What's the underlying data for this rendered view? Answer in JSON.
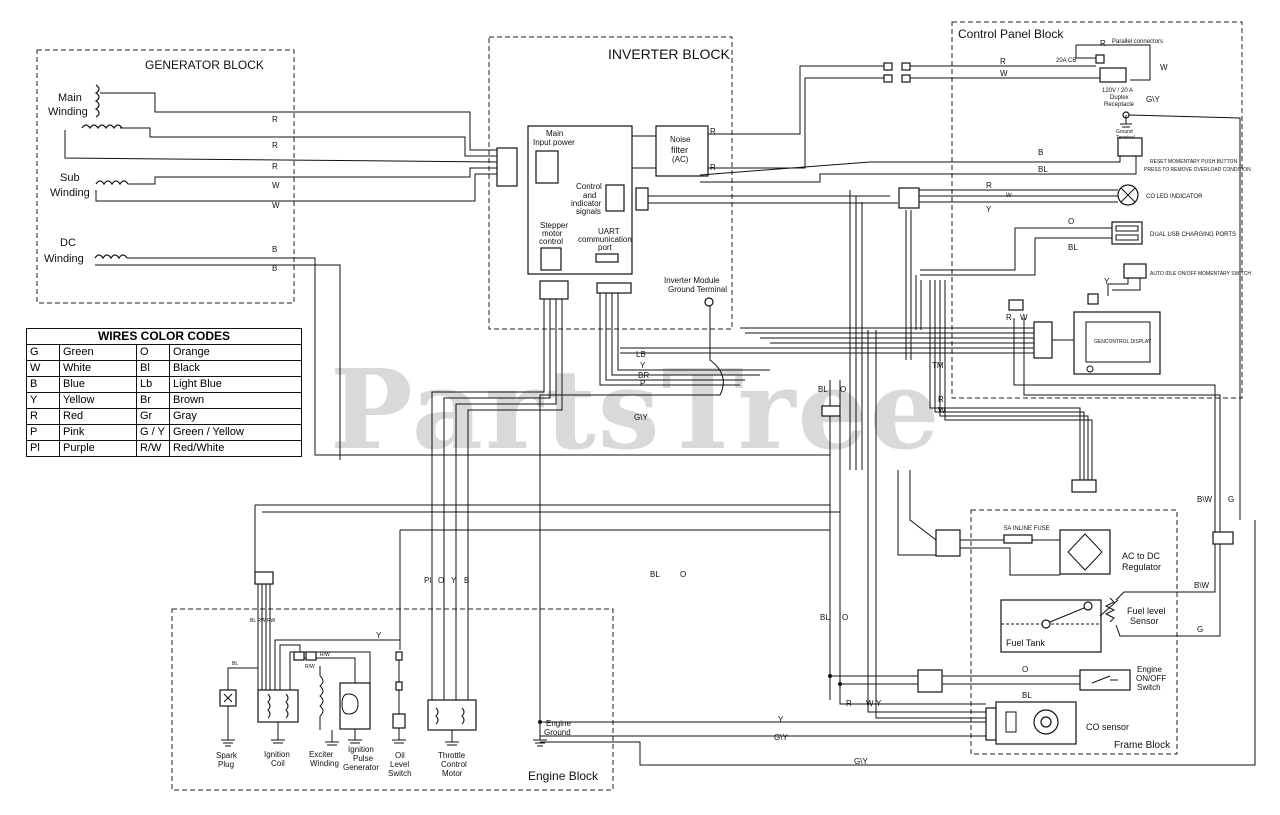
{
  "watermark": "PartsTree",
  "watermark_tm": "TM",
  "blocks": {
    "generator": "GENERATOR BLOCK",
    "inverter": "INVERTER BLOCK",
    "control_panel": "Control Panel Block",
    "engine": "Engine Block",
    "frame": "Frame Block"
  },
  "generator": {
    "main_winding": [
      "Main",
      "Winding"
    ],
    "sub_winding": [
      "Sub",
      "Winding"
    ],
    "dc_winding": [
      "DC",
      "Winding"
    ],
    "wire_labels": [
      "R",
      "R",
      "R",
      "W",
      "W",
      "B",
      "B"
    ]
  },
  "inverter": {
    "main_input": [
      "Main",
      "Input power"
    ],
    "noise_filter": [
      "Noise",
      "filter",
      "(AC)"
    ],
    "control_signals": [
      "Control",
      "and",
      "indicator",
      "signals"
    ],
    "stepper": [
      "Stepper",
      "motor",
      "control"
    ],
    "uart": [
      "UART",
      "communication",
      "port"
    ],
    "ground_terminal": [
      "Inverter Module",
      "Ground Terminal"
    ],
    "bus_labels": [
      "LB",
      "Y",
      "BR",
      "P"
    ],
    "gy": "G\\Y"
  },
  "control_panel": {
    "parallel": "Parallel connectors",
    "cb": "20A CB",
    "receptacle": [
      "120V / 20 A",
      "Duplex",
      "Receptacle"
    ],
    "ground_terminal": [
      "Ground",
      "Terminal"
    ],
    "reset": [
      "RESET MOMENTARY PUSH BUTTON",
      "PRESS TO REMOVE OVERLOAD CONDITION"
    ],
    "co_led": "CO LED INDICATOR",
    "usb": "DUAL USB CHARGING PORTS",
    "auto_idle": "AUTO IDLE ON/OFF MOMENTARY SWITCH",
    "display": "GENCONTROL DISPLAY",
    "labels": {
      "r1": "R",
      "r2": "R",
      "w1": "W",
      "w2": "W",
      "gy": "G\\Y",
      "b": "B",
      "bl1": "BL",
      "o": "O",
      "bl2": "BL",
      "y1": "Y",
      "y2": "Y",
      "r3": "R",
      "w3": "W"
    }
  },
  "frame": {
    "fuse": "5A INLINE FUSE",
    "regulator": [
      "AC to DC",
      "Regulator"
    ],
    "fuel_tank": "Fuel Tank",
    "fuel_sensor": [
      "Fuel level",
      "Sensor"
    ],
    "engine_switch": [
      "Engine",
      "ON/OFF",
      "Switch"
    ],
    "co_sensor": "CO sensor",
    "labels": {
      "bw1": "B\\W",
      "g1": "G",
      "bw2": "B\\W",
      "g2": "G",
      "o": "O",
      "bl": "BL",
      "y": "Y",
      "gy1": "G\\Y",
      "gy2": "G\\Y",
      "bl_a": "BL",
      "o_a": "O",
      "bl_b": "BL",
      "o_b": "O",
      "bl_c": "BL",
      "o_c": "O",
      "r": "R",
      "w": "W",
      "y2": "Y",
      "r2": "R",
      "w2": "W"
    }
  },
  "engine": {
    "spark_plug": [
      "Spark",
      "Plug"
    ],
    "ignition_coil": [
      "Ignition",
      "Coil"
    ],
    "exciter": [
      "Exciter",
      "Winding"
    ],
    "pulse_gen": [
      "Ignition",
      "Pulse",
      "Generator"
    ],
    "oil_switch": [
      "Oil",
      "Level",
      "Switch"
    ],
    "throttle": [
      "Throttle",
      "Control",
      "Motor"
    ],
    "engine_ground": [
      "Engine",
      "Ground"
    ],
    "labels": {
      "pl": "Pl",
      "o": "O",
      "y": "Y",
      "b": "B",
      "y2": "Y",
      "bl": "BL",
      "rw1": "R/W",
      "rw2": "R/W"
    }
  },
  "legend": {
    "title": "WIRES COLOR CODES",
    "rows": [
      [
        "G",
        "Green",
        "O",
        "Orange"
      ],
      [
        "W",
        "White",
        "Bl",
        "Black"
      ],
      [
        "B",
        "Blue",
        "Lb",
        "Light Blue"
      ],
      [
        "Y",
        "Yellow",
        "Br",
        "Brown"
      ],
      [
        "R",
        "Red",
        "Gr",
        "Gray"
      ],
      [
        "P",
        "Pink",
        "G / Y",
        "Green / Yellow"
      ],
      [
        "Pl",
        "Purple",
        "R/W",
        "Red/White"
      ]
    ]
  }
}
